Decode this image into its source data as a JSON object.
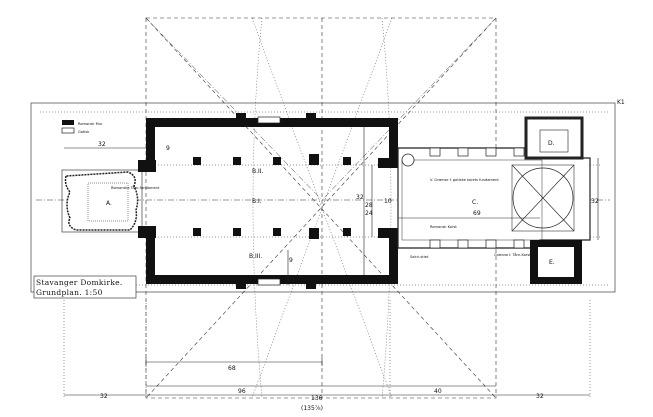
{
  "legend": {
    "romansk": "Romansk Mur",
    "gotisk": "Gotisk"
  },
  "title": {
    "line1": "Stavanger Domkirke.",
    "line2": "Grundplan. 1:50"
  },
  "corner_ref": "K1",
  "rooms": {
    "A": "A.",
    "B": "B.I.",
    "B2": "B.II.",
    "B3": "B.III.",
    "C": "C.",
    "D": "D.",
    "E": "E."
  },
  "small_notes": {
    "a_note": "Romanske Tårn-fundament",
    "c_note": "V. Grænse f. gotiske korets fundament",
    "k_note": "Romansk Korst",
    "e_note": "Grænse f. Tårn-Korst",
    "sakr": "Sakri-stiet"
  },
  "dimensions": {
    "top_32": "32",
    "top_9": "9",
    "nave_32": "32",
    "nave_28": "28",
    "nave_24": "24",
    "nave_10": "10",
    "choir_69": "69",
    "right_32": "32",
    "aisle_9": "9",
    "bottom_68": "68",
    "bottom_96": "96",
    "bottom_136": "136",
    "bottom_135": "(135⅞)",
    "bottom_40": "40",
    "bottom_left_32": "32",
    "bottom_right_32": "32"
  }
}
